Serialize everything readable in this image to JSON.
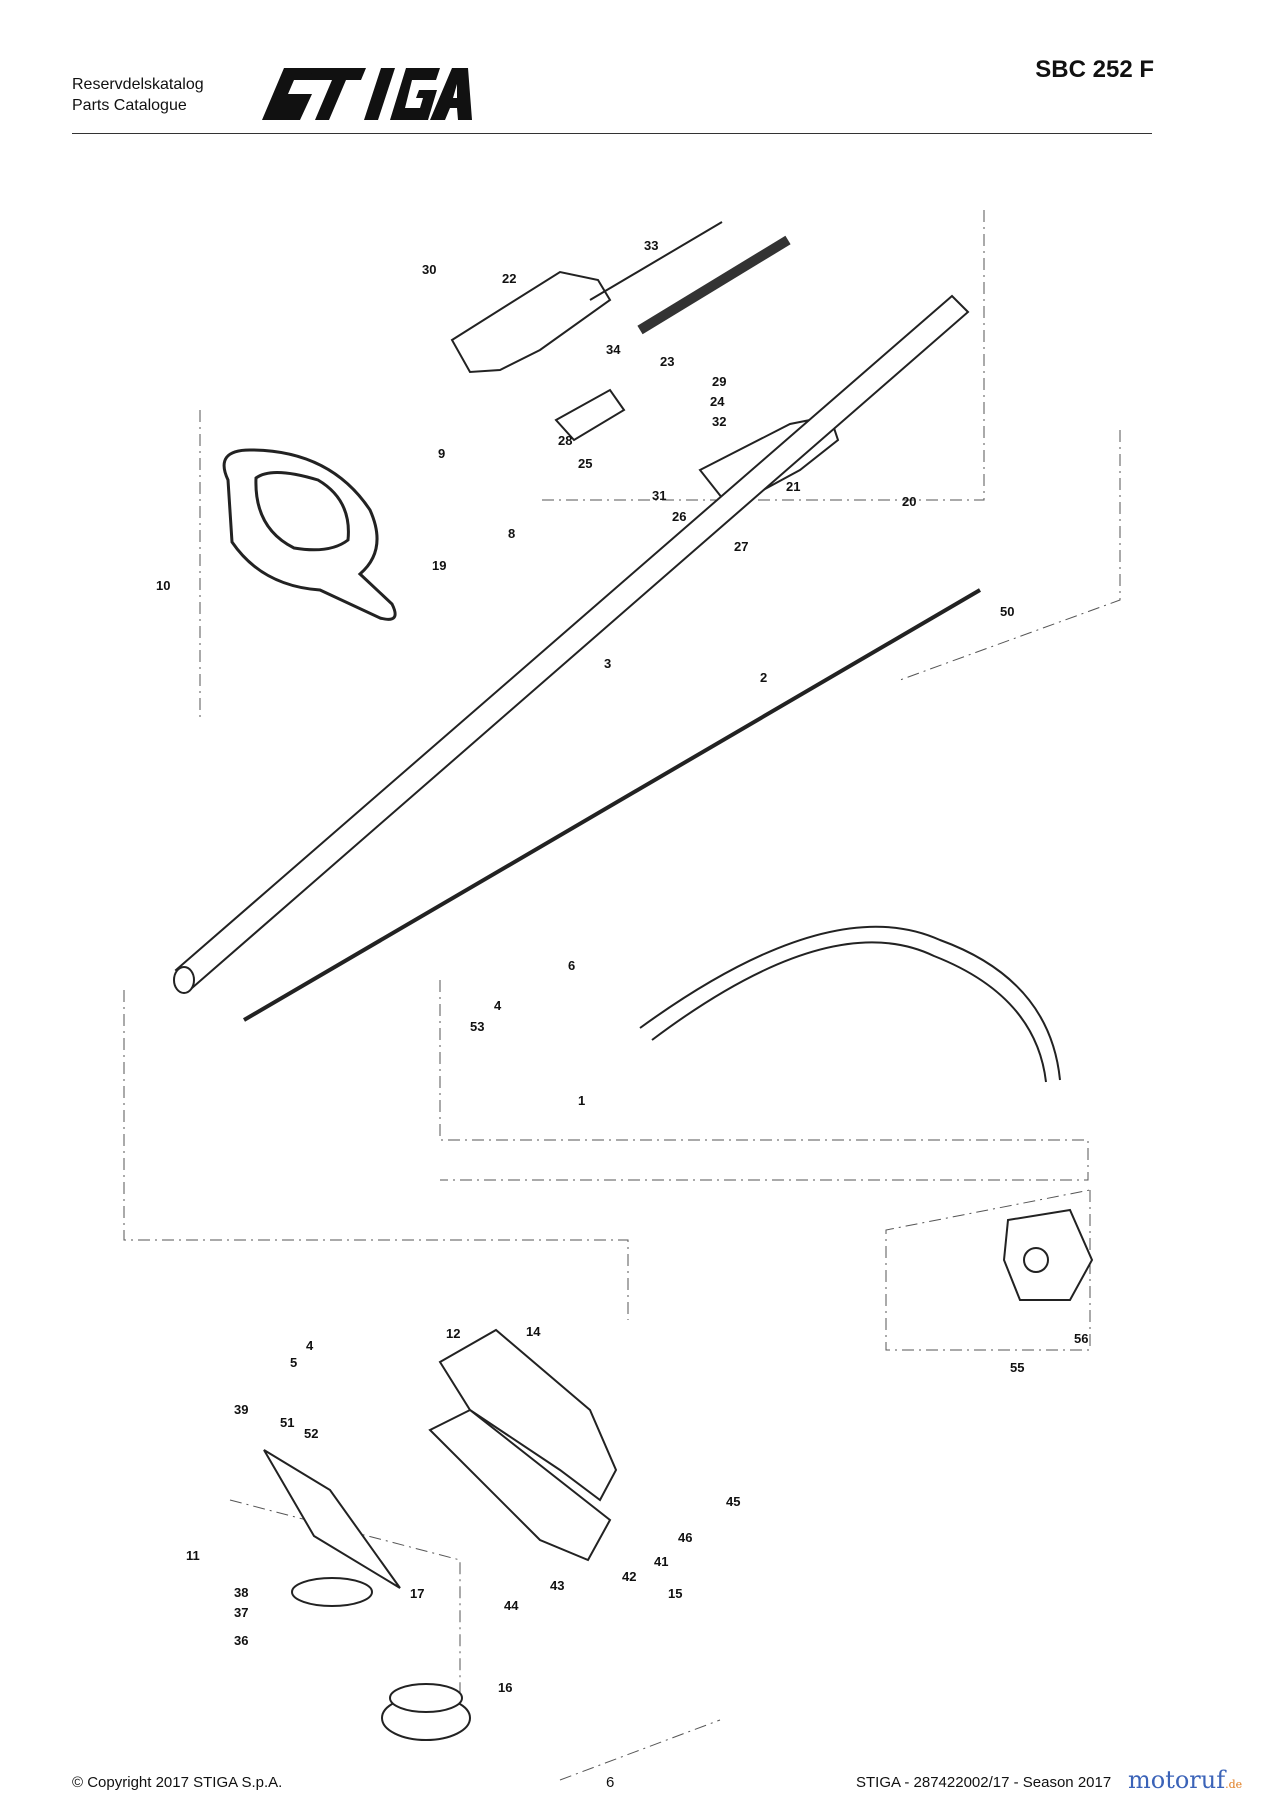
{
  "header": {
    "catalogue_label_1": "Reservdelskatalog",
    "catalogue_label_2": "Parts Catalogue",
    "brand": "STIGA",
    "model": "SBC 252 F"
  },
  "footer": {
    "copyright": "© Copyright 2017 STIGA S.p.A.",
    "page_number": "6",
    "document_ref": "STIGA - 287422002/17 - Season 2017"
  },
  "watermark": {
    "text": "motoruf",
    "suffix": ".de"
  },
  "callouts": [
    "1",
    "2",
    "3",
    "4",
    "4",
    "5",
    "6",
    "8",
    "9",
    "10",
    "11",
    "12",
    "14",
    "15",
    "16",
    "17",
    "19",
    "20",
    "21",
    "22",
    "23",
    "24",
    "25",
    "26",
    "27",
    "28",
    "29",
    "30",
    "31",
    "32",
    "33",
    "34",
    "36",
    "37",
    "38",
    "39",
    "41",
    "42",
    "43",
    "44",
    "45",
    "46",
    "50",
    "51",
    "52",
    "53",
    "55",
    "56"
  ],
  "colors": {
    "ink": "#111111",
    "accent": "#3b63b8",
    "watermark_tld": "#e07b1c"
  }
}
